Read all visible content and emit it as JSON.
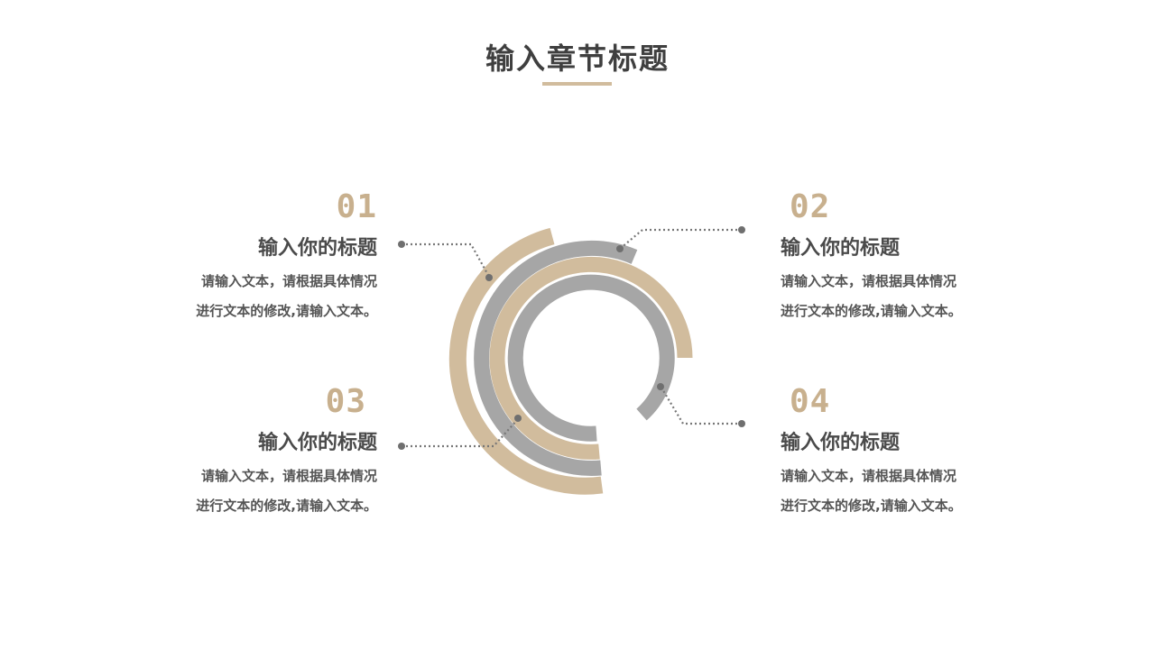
{
  "header": {
    "title": "输入章节标题",
    "underline_color": "#d1bc9d"
  },
  "colors": {
    "accent_tan": "#d1bc9d",
    "accent_gray": "#a6a6a6",
    "number_color": "#c8b08e",
    "heading_color": "#4a4a4a",
    "body_color": "#555555",
    "connector_color": "#777777"
  },
  "items": [
    {
      "number": "01",
      "heading": "输入你的标题",
      "body_line1": "请输入文本，请根据具体情况",
      "body_line2": "进行文本的修改,请输入文本。"
    },
    {
      "number": "02",
      "heading": "输入你的标题",
      "body_line1": "请输入文本，请根据具体情况",
      "body_line2": "进行文本的修改,请输入文本。"
    },
    {
      "number": "03",
      "heading": "输入你的标题",
      "body_line1": "请输入文本，请根据具体情况",
      "body_line2": "进行文本的修改,请输入文本。"
    },
    {
      "number": "04",
      "heading": "输入你的标题",
      "body_line1": "请输入文本，请根据具体情况",
      "body_line2": "进行文本的修改,请输入文本。"
    }
  ],
  "diagram": {
    "type": "concentric-arcs",
    "arcs": [
      {
        "ring": "outer",
        "color": "tan"
      },
      {
        "ring": "third",
        "color": "gray"
      },
      {
        "ring": "second",
        "color": "tan"
      },
      {
        "ring": "inner",
        "color": "gray"
      }
    ]
  }
}
